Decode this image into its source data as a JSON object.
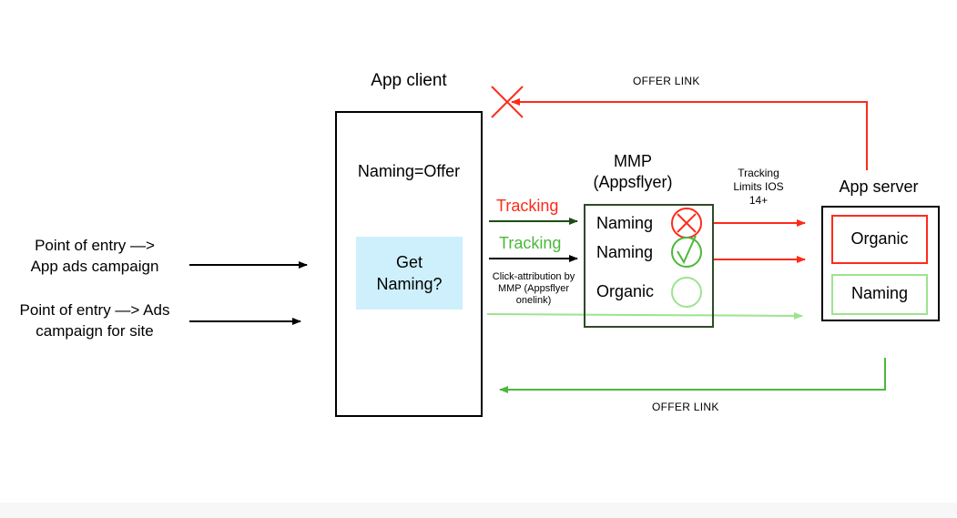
{
  "entry_points": [
    {
      "line1": "Point of entry —>",
      "line2": "App ads campaign"
    },
    {
      "line1": "Point of entry —> Ads",
      "line2": "campaign for site"
    }
  ],
  "app_client": {
    "title": "App client",
    "naming_label": "Naming=Offer",
    "get_naming_line1": "Get",
    "get_naming_line2": "Naming?"
  },
  "tracking_labels": {
    "red": "Tracking",
    "green": "Tracking",
    "click_attribution": [
      "Click-attribution by",
      "MMP (Appsflyer",
      "onelink)"
    ]
  },
  "mmp": {
    "title_line1": "MMP",
    "title_line2": "(Appsflyer)",
    "rows": [
      {
        "label": "Naming",
        "status": "failed-icon"
      },
      {
        "label": "Naming",
        "status": "success-icon"
      },
      {
        "label": "Organic",
        "status": "empty-circle-icon"
      }
    ]
  },
  "tracking_limits": [
    "Tracking",
    "Limits IOS",
    "14+"
  ],
  "app_server": {
    "title": "App server",
    "organic_label": "Organic",
    "naming_label": "Naming"
  },
  "offer_links": {
    "top": "OFFER LINK",
    "bottom": "OFFER LINK"
  },
  "colors": {
    "red": "#ff2a1a",
    "green": "#4cb83a",
    "dark_green": "#1d4d14",
    "light_green": "#9de38f",
    "light_blue": "#cdf0fc",
    "mmp_border": "#2f4a2a"
  }
}
